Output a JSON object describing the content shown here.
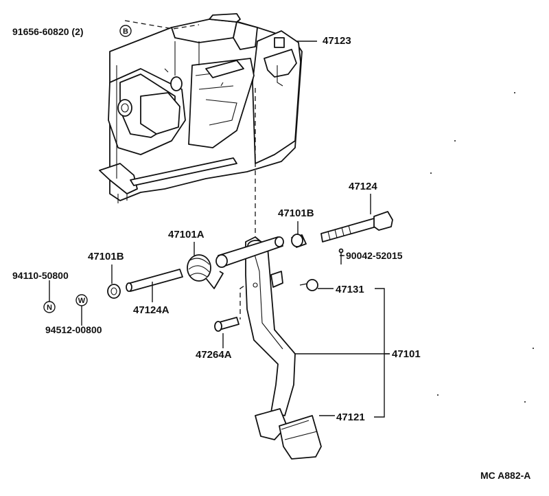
{
  "labels": {
    "bolt_top": "91656-60820 (2)",
    "bracket": "47123",
    "bolt_pivot": "47124",
    "bushing_right": "47101B",
    "spring": "47101A",
    "bushing_left": "47101B",
    "nut": "94110-50800",
    "washer": "94512-00800",
    "collar": "47124A",
    "clip": "90042-52015",
    "stopper": "47131",
    "pin": "47264A",
    "pedal_assy": "47101",
    "pedal_pad": "47121",
    "footer_code": "MC A882-A"
  },
  "symbols": {
    "b_marker": "B",
    "n_marker": "N",
    "w_marker": "W"
  }
}
